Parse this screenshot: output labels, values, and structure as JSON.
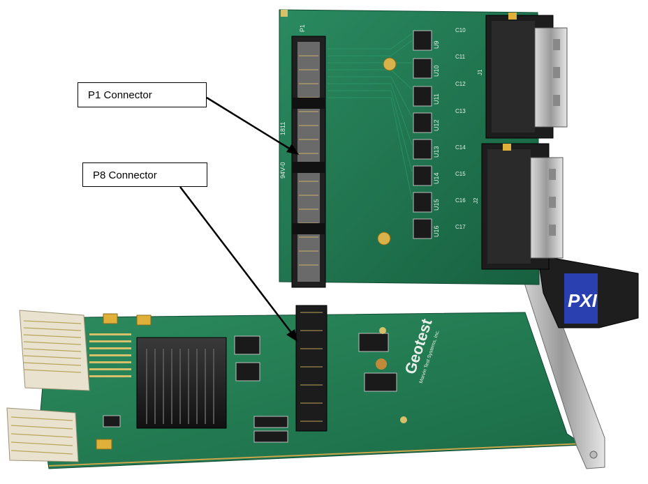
{
  "callouts": {
    "p1": "P1 Connector",
    "p8": "P8 Connector"
  },
  "board_labels": {
    "p1_silk": "P1",
    "ul_mark": "94V-0",
    "date_code": "1811",
    "chips": [
      "U9",
      "U10",
      "U11",
      "U12",
      "U13",
      "U14",
      "U15",
      "U16"
    ],
    "caps": [
      "C10",
      "C11",
      "C12",
      "C13",
      "C14",
      "C15",
      "C16",
      "C17"
    ],
    "j1": "J1",
    "j2": "J2",
    "brand": "Geotest",
    "brand_sub": "Marvin Test Systems, Inc.",
    "pxi": "PXI"
  },
  "colors": {
    "pcb": "#1f7a55",
    "pcb_dark": "#155c3f",
    "pad_gold": "#d8c06a",
    "chip": "#1a1a1a",
    "pxi_blue": "#2a3fb0"
  }
}
